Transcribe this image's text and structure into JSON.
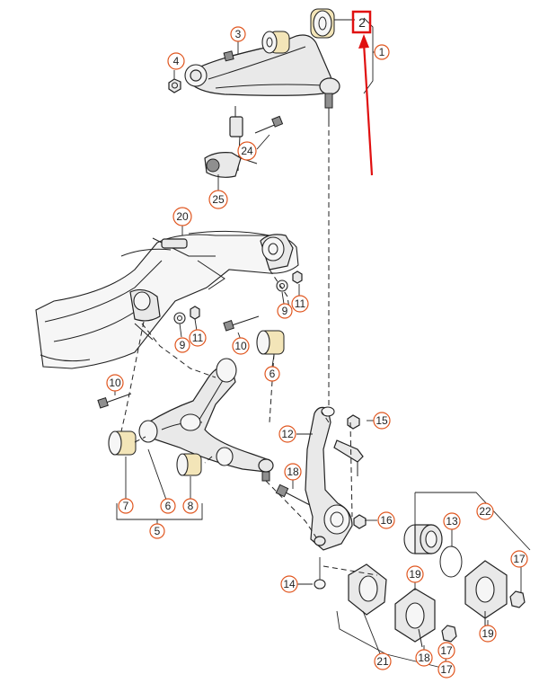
{
  "diagram": {
    "callouts": {
      "c1": "1",
      "c2": "2",
      "c3": "3",
      "c4": "4",
      "c5": "5",
      "c6a": "6",
      "c6b": "6",
      "c7": "7",
      "c8": "8",
      "c9a": "9",
      "c9b": "9",
      "c10a": "10",
      "c10b": "10",
      "c11a": "11",
      "c11b": "11",
      "c12": "12",
      "c13": "13",
      "c14": "14",
      "c15": "15",
      "c16": "16",
      "c17a": "17",
      "c17b": "17",
      "c17c": "17",
      "c18a": "18",
      "c18b": "18",
      "c19a": "19",
      "c19b": "19",
      "c20": "20",
      "c21": "21",
      "c22": "22",
      "c24": "24",
      "c25": "25"
    },
    "highlight": {
      "target": "2",
      "color": "#e01010"
    }
  }
}
